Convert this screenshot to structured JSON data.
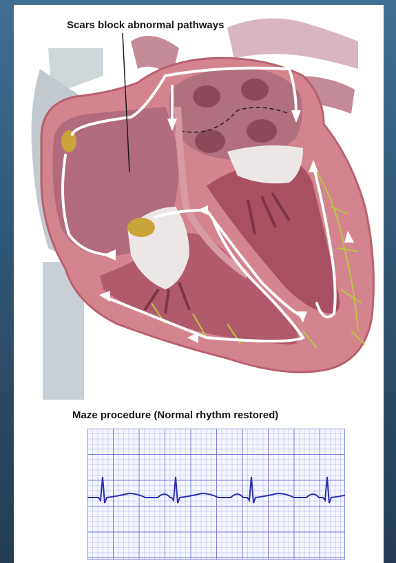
{
  "labels": {
    "scar_caption": "Scars block abnormal pathways",
    "ecg_caption": "Maze procedure (Normal rhythm restored)"
  },
  "colors": {
    "heart_wall": "#d4848f",
    "heart_dark": "#a8505e",
    "chamber": "#b86a7c",
    "vessel_gray": "#c2c9ce",
    "valve": "#ece6e7",
    "node": "#c8a43a",
    "conduction": "#b8c93a",
    "ecg_line": "#2a2fb0",
    "ecg_grid": "#6a72d8"
  },
  "icons": [
    "heart-illustration",
    "electrical-pathway-arrows",
    "ecg-strip"
  ]
}
